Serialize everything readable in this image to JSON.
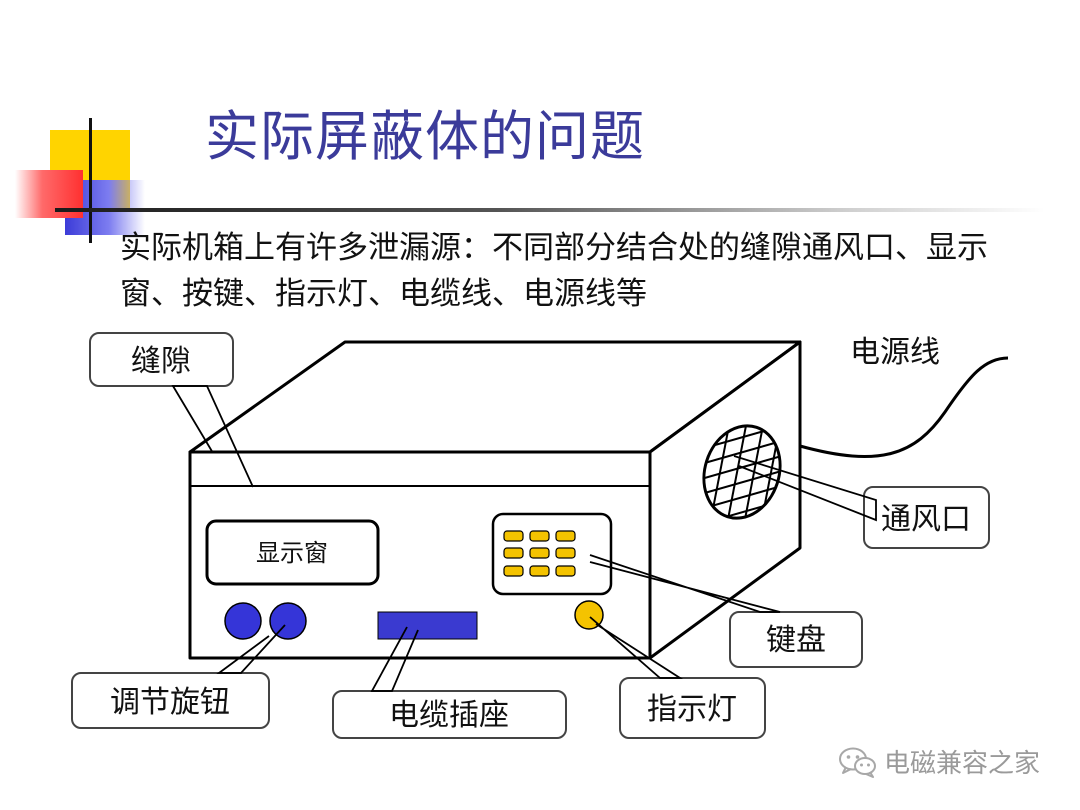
{
  "slide": {
    "title": "实际屏蔽体的问题",
    "intro_text": "实际机箱上有许多泄漏源：不同部分结合处的缝隙通风口、显示窗、按键、指示灯、电缆线、电源线等"
  },
  "diagram": {
    "display_window_label": "显示窗",
    "callouts": {
      "gap": "缝隙",
      "power_cord": "电源线",
      "vent": "通风口",
      "keypad": "键盘",
      "knobs": "调节旋钮",
      "cable_socket": "电缆插座",
      "indicator": "指示灯"
    }
  },
  "colors": {
    "title": "#3b3b9a",
    "knob": "#3535d8",
    "socket": "#3a3ad0",
    "key": "#f4c300",
    "indicator": "#f4c300"
  },
  "watermark": {
    "icon": "wechat-icon",
    "text": "电磁兼容之家"
  }
}
